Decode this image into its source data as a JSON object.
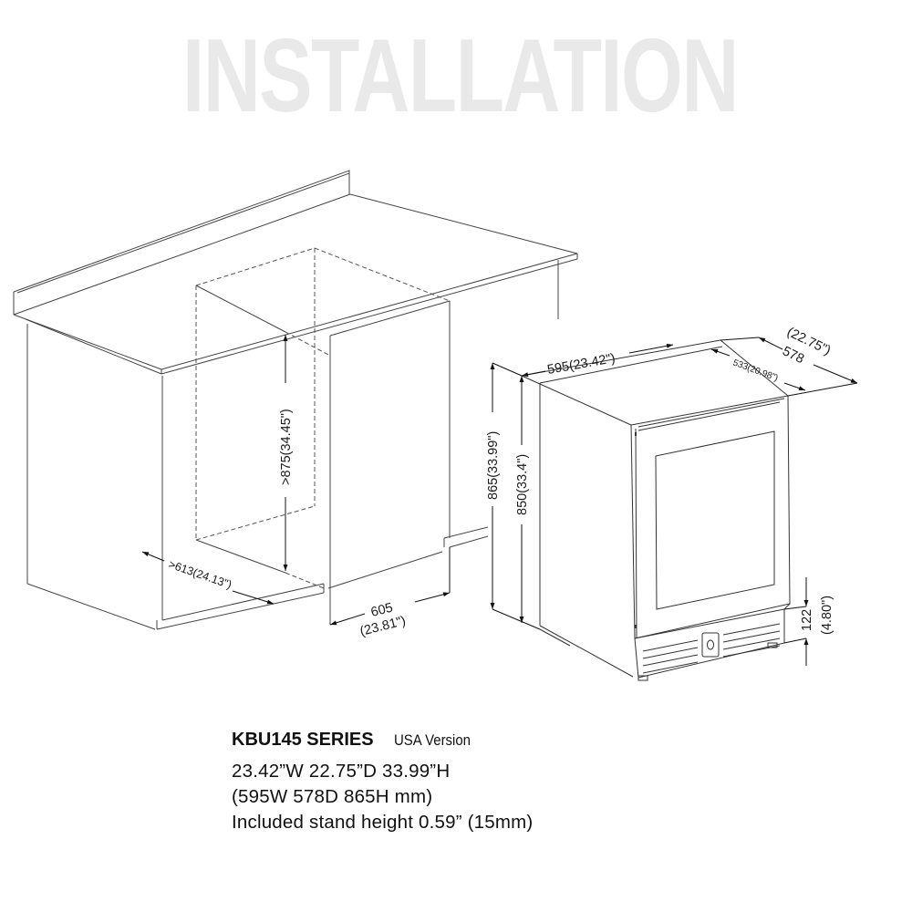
{
  "header": {
    "title": "INSTALLATION"
  },
  "cabinet": {
    "height_label": ">875(34.45\")",
    "depth_label": ">613(24.13\")",
    "width_label_mm": "605",
    "width_label_in": "(23.81\")"
  },
  "appliance": {
    "width_label": "595(23.42\")",
    "depth_total_in": "(22.75\")",
    "depth_total_mm": "578",
    "depth_body_label": "533(20.98\")",
    "height_total_label": "865(33.99\")",
    "height_body_label": "850(33.4\")",
    "kick_height_mm": "122",
    "kick_height_in": "(4.80\")"
  },
  "product": {
    "series": "KBU145 SERIES",
    "version": "USA Version",
    "dims_in": "23.42”W 22.75”D 33.99”H",
    "dims_mm": "(595W 578D 865H mm)",
    "stand": "Included stand height 0.59” (15mm)"
  },
  "colors": {
    "title": "#e9e9e9",
    "line": "#3a3a3a",
    "text": "#111111"
  }
}
